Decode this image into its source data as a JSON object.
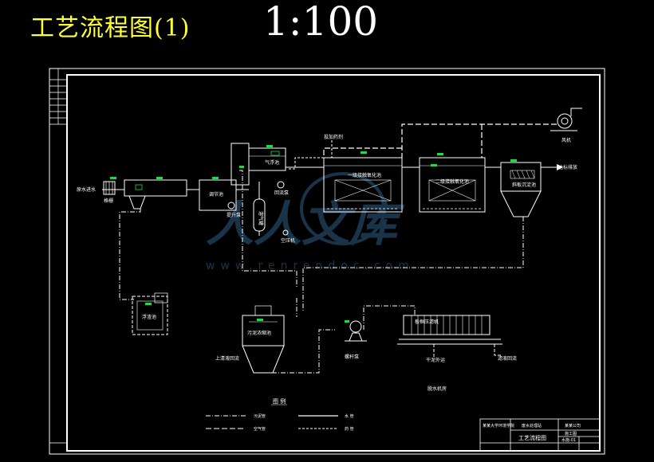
{
  "header": {
    "title": "工艺流程图(1)",
    "scale": "1:100"
  },
  "units": {
    "inflow": "原水进水",
    "grille": "格栅",
    "regulating_tank": "调节池",
    "lift_pump": "提升泵",
    "gas_float": "气浮池",
    "pressure_vessel": "溶气罐",
    "return_pump": "回流泵",
    "compressor": "空压机",
    "dosing": "投加药剂",
    "bio_tank_1": "一级接触氧化池",
    "bio_tank_2": "二级接触氧化池",
    "sedimentation": "斜板沉淀池",
    "outflow": "达标排放",
    "blower": "风机",
    "slag_tank": "浮渣池",
    "sludge_thickener": "污泥浓缩池",
    "supernatant": "上清液回流",
    "screw_pump": "螺杆泵",
    "filter_press": "板框压滤机",
    "cake_out": "干泥外运",
    "filtrate": "滤液回流",
    "sludge_room": "脱水机房"
  },
  "legend": {
    "title": "图 例",
    "items": [
      {
        "label": "污泥管"
      },
      {
        "label": "水 管"
      },
      {
        "label": "空气管"
      },
      {
        "label": "药 管"
      }
    ]
  },
  "titleblock": {
    "school": "某某大学环境学院",
    "project": "废水处理站",
    "client": "某某公司",
    "drawing": "工艺流程图",
    "stage": "施工图",
    "drawing_no": "水施-01"
  },
  "watermark": {
    "logo": "人人文库",
    "url": "www.renrendoc.com"
  }
}
